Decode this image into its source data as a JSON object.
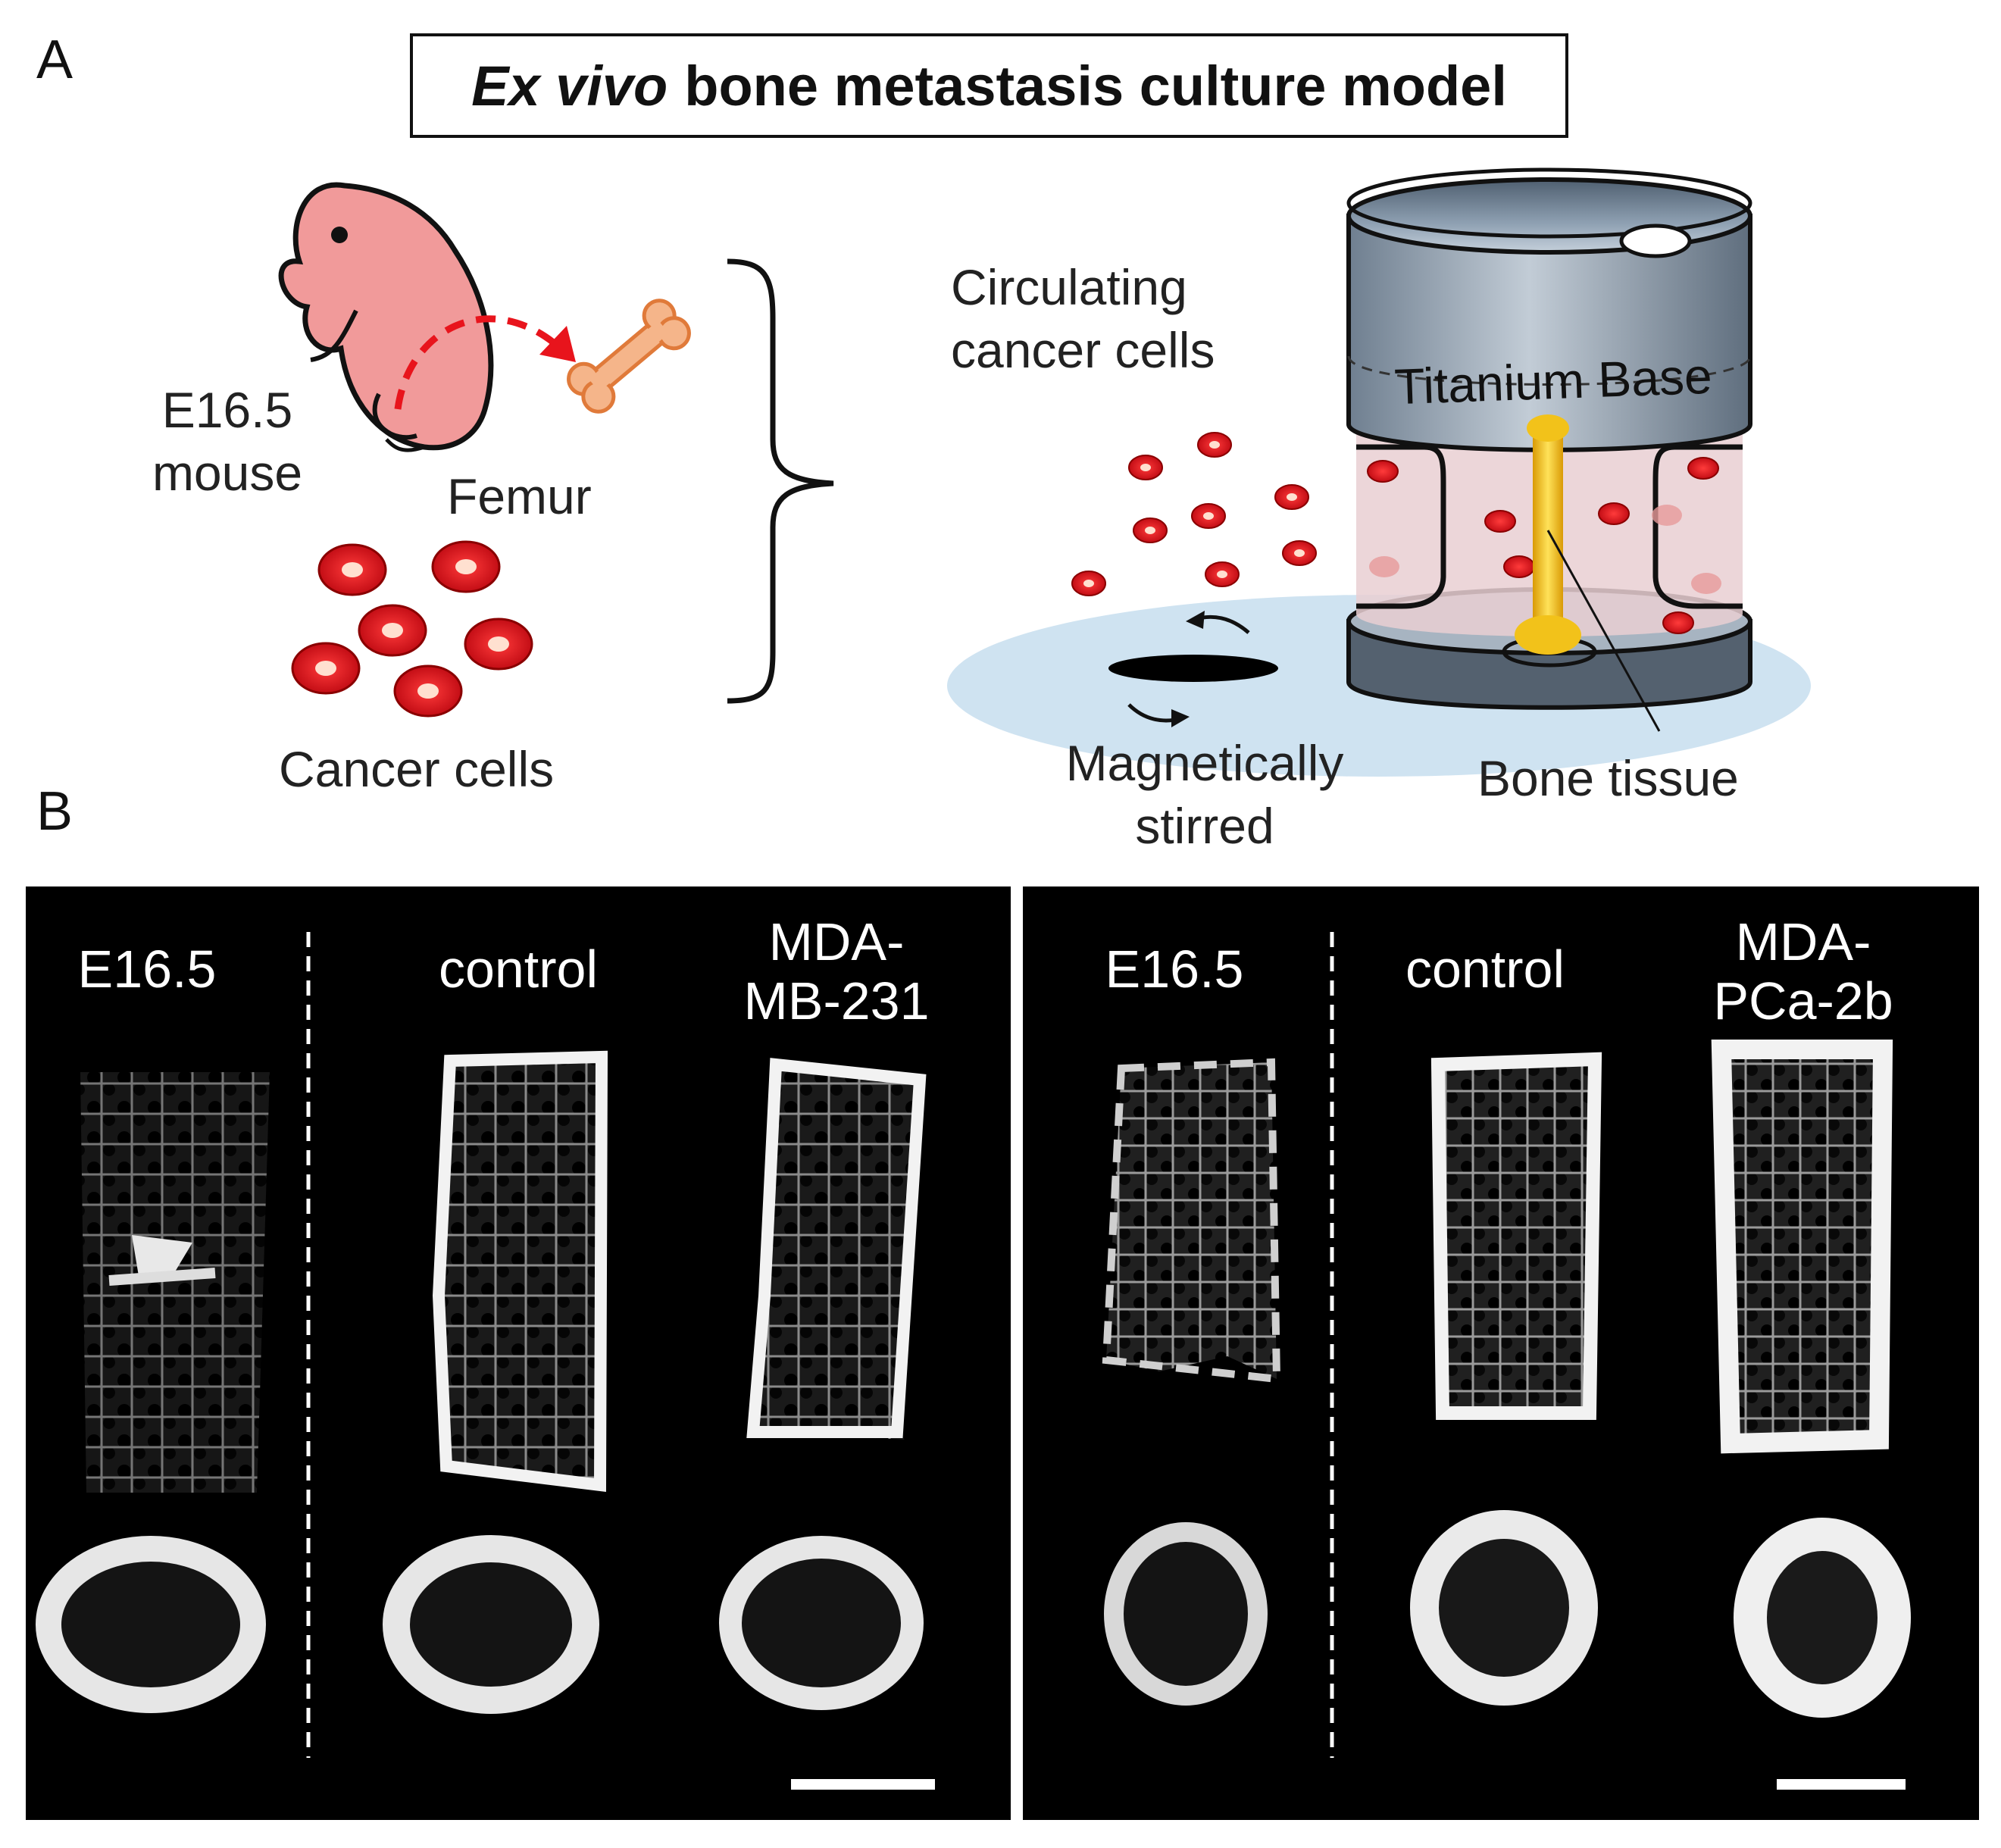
{
  "panels": {
    "a_label": "A",
    "b_label": "B"
  },
  "title": {
    "italic": "Ex vivo",
    "rest": "bone metastasis culture model"
  },
  "panel_a": {
    "mouse_label_line1": "E16.5",
    "mouse_label_line2": "mouse",
    "femur_label": "Femur",
    "cancer_cells_label": "Cancer cells",
    "circulating_line1": "Circulating",
    "circulating_line2": "cancer cells",
    "titanium_base_label": "Titanium Base",
    "magnetic_line1": "Magnetically",
    "magnetic_line2": "stirred",
    "bone_tissue_label": "Bone tissue"
  },
  "panel_b": {
    "left": {
      "columns": [
        "E16.5",
        "control",
        "MDA-\nMB-231"
      ]
    },
    "right": {
      "columns": [
        "E16.5",
        "control",
        "MDA-\nPCa-2b"
      ]
    }
  },
  "colors": {
    "mouse_pink": "#f19a9a",
    "cell_red": "#d8111b",
    "arrow_red": "#e8141c",
    "bone_orange": "#f5b58a",
    "bone_yellow": "#f2c21a",
    "chamber_blue": "#a9b8c7",
    "chamber_pink": "#e9cfd2",
    "platform_blue": "#cfe3f1"
  }
}
